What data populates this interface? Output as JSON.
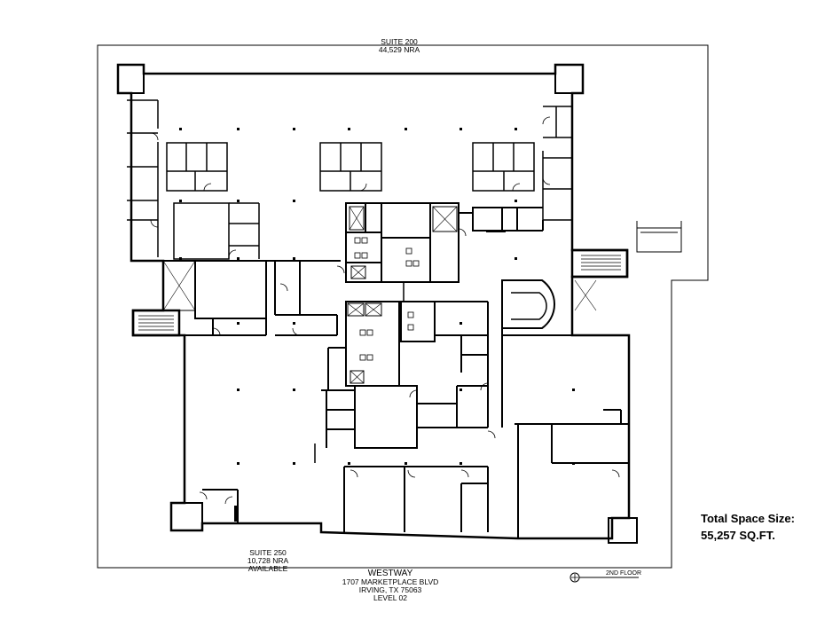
{
  "suite_200": {
    "name": "SUITE 200",
    "area": "44,529 NRA"
  },
  "suite_250": {
    "name": "SUITE 250",
    "area": "10,728 NRA",
    "status": "AVAILABLE"
  },
  "building": {
    "name": "WESTWAY",
    "street": "1707 MARKETPLACE BLVD",
    "city": "IRVING, TX 75063",
    "level": "LEVEL 02"
  },
  "floor_tag": "2ND FLOOR",
  "total_space": {
    "label": "Total Space Size:",
    "value": "55,257 SQ.FT."
  }
}
